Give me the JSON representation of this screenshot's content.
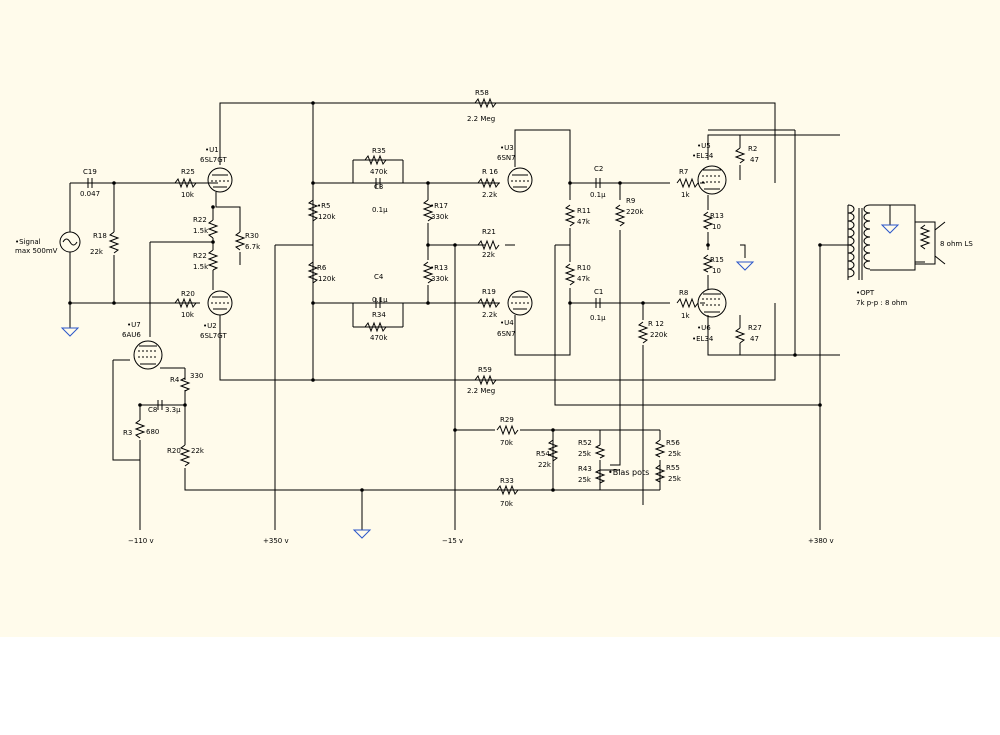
{
  "colors": {
    "sheet_background": "#fffbeb",
    "wire": "#000000",
    "ground_symbol": "#2b56c9"
  },
  "icons": [
    "resistor-icon",
    "capacitor-icon",
    "triode-icon",
    "pentode-icon",
    "ground-icon",
    "signal-source-icon",
    "transformer-icon",
    "speaker-load-icon"
  ],
  "labels": {
    "u1_ref": "•U1",
    "u1_type": "6SL7GT",
    "u2_ref": "•U2",
    "u2_type": "6SL7GT",
    "u3_ref": "•U3",
    "u3_type": "6SN7",
    "u4_ref": "•U4",
    "u4_type": "6SN7",
    "u5_ref": "•U5",
    "u5_type": "•EL34",
    "u6_ref": "•U6",
    "u6_type": "•EL34",
    "u7_ref": "•U7",
    "u7_type": "6AU6",
    "c19_ref": "C19",
    "c19_val": "0.047",
    "signal_l1": "•Signal",
    "signal_l2": "max 500mV",
    "r25_ref": "R25",
    "r25_val": "10k",
    "r18_ref": "R18",
    "r18_val": "22k",
    "r22a_ref": "R22",
    "r22a_val": "1.5k",
    "r22b_ref": "R22",
    "r22b_val": "1.5k",
    "r30_ref": "R30",
    "r30_val": "6.7k",
    "r20_ref": "R20",
    "r20_val": "10k",
    "r58_ref": "R58",
    "r58_val": "2.2 Meg",
    "r59_ref": "R59",
    "r59_val": "2.2 Meg",
    "r35_ref": "R35",
    "r35_val": "470k",
    "c3_ref": "C3",
    "c3_val": "0.1µ",
    "c4_ref": "C4",
    "c4_val": "0.1µ",
    "r34_ref": "R34",
    "r34_val": "470k",
    "r5_ref": "•R5",
    "r5_val": "120k",
    "r6_ref": "R6",
    "r6_val": "120k",
    "r17_ref": "•R17",
    "r17_val": "330k",
    "r13b_ref": "•R13",
    "r13b_val": "330k",
    "r16_ref": "R 16",
    "r16_val": "2.2k",
    "r21_ref": "R21",
    "r21_val": "22k",
    "r19_ref": "R19",
    "r19_val": "2.2k",
    "r11_ref": "R11",
    "r11_val": "47k",
    "r10_ref": "R10",
    "r10_val": "47k",
    "c2_ref": "C2",
    "c2_val": "0.1µ",
    "c1_ref": "C1",
    "c1_val": "0.1µ",
    "r9_ref": "R9",
    "r9_val": "220k",
    "r12_ref": "R 12",
    "r12_val": "220k",
    "r7_ref": "R7",
    "r7_val": "1k",
    "r8_ref": "R8",
    "r8_val": "1k",
    "r2_ref": "R2",
    "r2_val": "47",
    "r27_ref": "R27",
    "r27_val": "47",
    "r13_ref": "R13",
    "r13_val": "10",
    "r15_ref": "R15",
    "r15_val": "10",
    "r4_ref": "R4",
    "r4_val": "330",
    "c8_ref": "C8",
    "c8_val": "3.3µ",
    "r3_ref": "R3",
    "r3_val": "680",
    "r20b_ref": "R20",
    "r20b_val": "22k",
    "r29_ref": "R29",
    "r29_val": "70k",
    "r33_ref": "R33",
    "r33_val": "70k",
    "r54_ref": "R54",
    "r54_val": "22k",
    "r52_ref": "R52",
    "r52_val": "25k",
    "r43_ref": "R43",
    "r43_val": "25k",
    "r56_ref": "R56",
    "r56_val": "25k",
    "r55_ref": "R55",
    "r55_val": "25k",
    "bias_pots": "•Bias pots",
    "opt_l1": "•OPT",
    "opt_l2": "7k p-p : 8 ohm",
    "ls": "8 ohm LS",
    "rail_m110": "−110 v",
    "rail_350": "+350 v",
    "rail_m15": "−15 v",
    "rail_380": "+380 v"
  }
}
